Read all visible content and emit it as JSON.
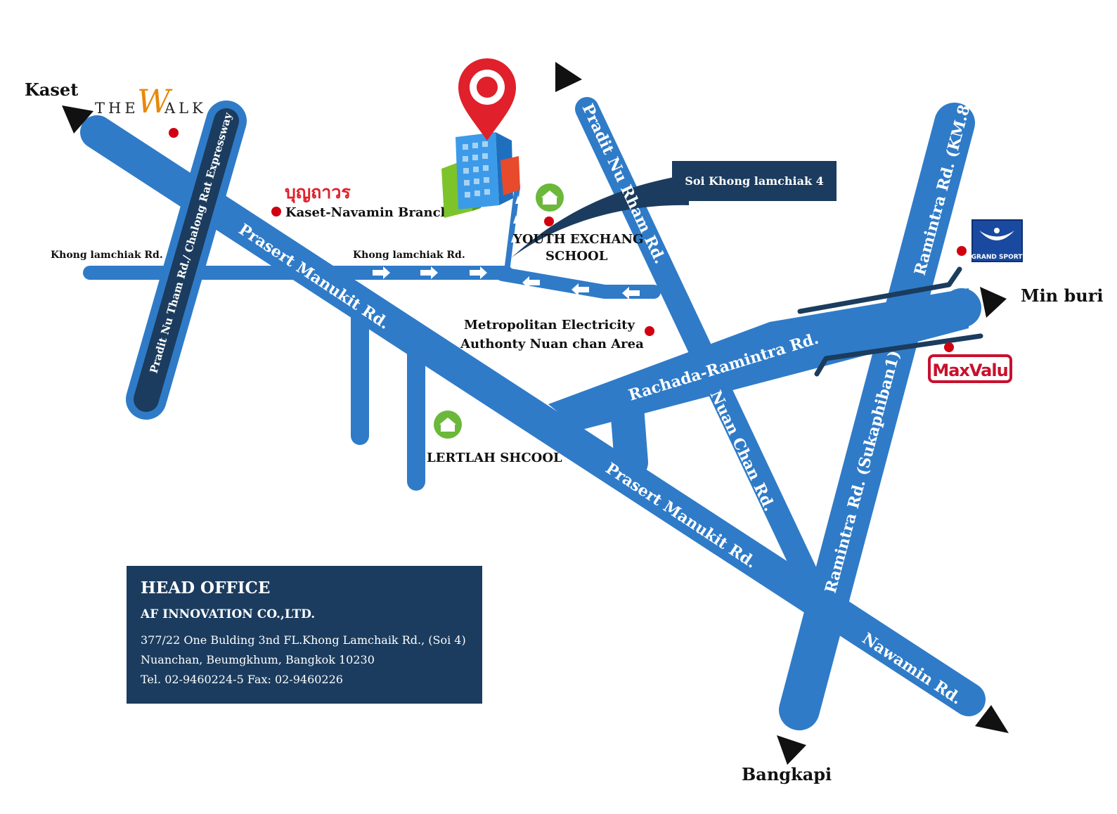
{
  "directions": {
    "kaset": "Kaset",
    "min_buri": "Min buri",
    "bangkapi": "Bangkapi"
  },
  "roads": {
    "prasert_upper": "Prasert Manukit Rd.",
    "prasert_lower": "Prasert Manukit Rd.",
    "pradit_expressway": "Pradit Nu Tham Rd./ Chalong Rat Expressway",
    "pradit_nu_rham": "Pradit Nu Rham Rd.",
    "nuan_chan": "Nuan Chan Rd.",
    "rachada_ramintra": "Rachada-Ramintra Rd.",
    "ramintra_km8": "Ramintra Rd. (KM.8)",
    "ramintra_sukaphiban": "Ramintra Rd. (Sukaphiban1)",
    "nawamin": "Nawamin Rd.",
    "khong_left": "Khong lamchiak Rd.",
    "khong_mid": "Khong lamchiak Rd.",
    "soi": "Soi Khong lamchiak 4"
  },
  "landmarks": {
    "the_walk_the": "THE",
    "the_walk_w": "W",
    "the_walk_alk": "ALK",
    "thai_brand": "บุญถาวร",
    "kaset_navamin": "Kaset-Navamin Branch",
    "youth_line1": "YOUTH EXCHANG",
    "youth_line2": "SCHOOL",
    "electric_line1": "Metropolitan Electricity",
    "electric_line2": "Authonty Nuan chan Area",
    "lertlah": "LERTLAH SHCOOL",
    "grand_sport": "GRAND SPORT",
    "maxvalu": "MaxValu"
  },
  "head_office": {
    "title": "HEAD OFFICE",
    "company": "AF INNOVATION CO.,LTD.",
    "address1": "377/22 One Bulding 3nd FL.Khong Lamchaik Rd., (Soi 4)",
    "address2": "Nuanchan, Beumgkhum, Bangkok 10230",
    "phone": "Tel. 02-9460224-5 Fax: 02-9460226"
  },
  "colors": {
    "road": "#2f7bc8",
    "road_dark": "#1b3c5e",
    "marker": "#e0202a",
    "dot": "#d10010",
    "school_badge": "#6bb83a"
  }
}
